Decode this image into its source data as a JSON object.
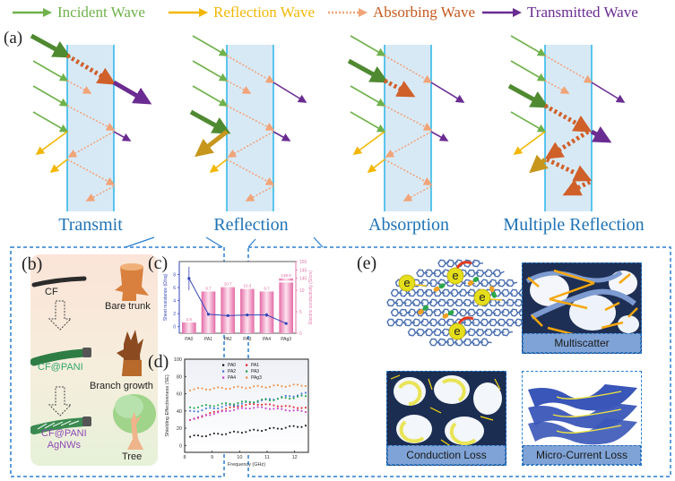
{
  "legend": [
    {
      "label": "Incident Wave",
      "color": "#6fb24b",
      "style": "solid"
    },
    {
      "label": "Reflection Wave",
      "color": "#f2b705",
      "style": "solid"
    },
    {
      "label": "Absorbing  Wave",
      "color": "#c65a1e",
      "style": "dotted",
      "arrow_color": "#f0a478"
    },
    {
      "label": "Transmitted Wave",
      "color": "#6a2c91",
      "style": "solid"
    }
  ],
  "panel_a": {
    "tag": "(a)",
    "mechanisms": [
      {
        "label": "Transmit"
      },
      {
        "label": "Reflection"
      },
      {
        "label": "Absorption"
      },
      {
        "label": "Multiple Reflection"
      }
    ]
  },
  "panel_b": {
    "tag": "(b)",
    "steps": [
      {
        "material": "CF",
        "tree_stage": "Bare trunk",
        "material_color": "#222222"
      },
      {
        "material": "CF@PANI",
        "tree_stage": "Branch growth",
        "material_color": "#2fa86a"
      },
      {
        "material": "CF@PANI\nAgNWs",
        "material_line1": "CF@PANI",
        "material_line2": "AgNWs",
        "tree_stage": "Tree",
        "material_color": "#8e4bb5"
      }
    ]
  },
  "chart_data": [
    {
      "id": "c",
      "tag": "(c)",
      "type": "bar",
      "categories": [
        "PA0",
        "PA1",
        "PA2",
        "PA3",
        "PA4",
        "PAg3"
      ],
      "series": [
        {
          "name": "Electric conductivity (S/cm)",
          "kind": "bar",
          "axis": "right",
          "values": [
            2.5,
            9.7,
            10.7,
            10.3,
            9.7,
            139.9
          ],
          "labels": [
            "2.5",
            "9.7",
            "10.7",
            "10.3",
            "9.7",
            "139.9"
          ]
        },
        {
          "name": "Sheet resistance (Ω/sq)",
          "kind": "line",
          "axis": "left",
          "values": [
            7.4,
            1.9,
            1.7,
            1.8,
            1.8,
            0.5
          ],
          "errors": [
            1.8,
            0.15,
            0.1,
            0.2,
            0.3,
            0.05
          ]
        }
      ],
      "ylabel_left": "Sheet resistance (Ω/sq)",
      "ylabel_right": "Electric conductivity (S/cm)",
      "ylim_left": [
        -1,
        10
      ],
      "yticks_left": [
        "0",
        "2",
        "4",
        "6",
        "8"
      ],
      "yticks_right_lower": [
        "0",
        "5",
        "10"
      ],
      "yticks_right_upper": [
        "140",
        "145",
        "150"
      ],
      "right_axis_break": [
        12,
        138
      ],
      "colors": {
        "bar": "#e986b4",
        "line": "#3646b6",
        "right_axis": "#e07aab"
      }
    },
    {
      "id": "d",
      "tag": "(d)",
      "type": "scatter",
      "xlabel": "Frequency (GHz)",
      "ylabel": "Shielding Effectiveness (SE)",
      "xlim": [
        8,
        12.5
      ],
      "ylim": [
        -8,
        100
      ],
      "xticks": [
        "8",
        "9",
        "10",
        "11",
        "12"
      ],
      "yticks": [
        "0",
        "20",
        "40",
        "60",
        "80",
        "100"
      ],
      "legend_position": "top-right",
      "series": [
        {
          "name": "PA0",
          "color": "#111111",
          "marker": "square",
          "start": 10,
          "end": 23
        },
        {
          "name": "PA1",
          "color": "#e0202a",
          "marker": "triangle-right",
          "start": 29,
          "end": 40
        },
        {
          "name": "PA2",
          "color": "#3e6fd8",
          "marker": "star",
          "start": 39,
          "end": 60
        },
        {
          "name": "PA3",
          "color": "#19a346",
          "marker": "triangle-down",
          "start": 44,
          "end": 57
        },
        {
          "name": "PA4",
          "color": "#c43cc9",
          "marker": "diamond",
          "start": 30,
          "end": 36
        },
        {
          "name": "PAg3",
          "color": "#f08a3a",
          "marker": "plus",
          "start": 65,
          "end": 70
        }
      ]
    }
  ],
  "panel_e": {
    "tag": "(e)",
    "electron_symbol": "e",
    "captions": {
      "multiscatter": "Multiscatter",
      "conduction": "Conduction Loss",
      "micro_current": "Micro-Current Loss"
    }
  },
  "colors": {
    "slab_fill": "#d8e9f6",
    "slab_edge": "#29b6e8",
    "label_blue": "#1f73b7",
    "dash_box": "#2a7fd0"
  }
}
